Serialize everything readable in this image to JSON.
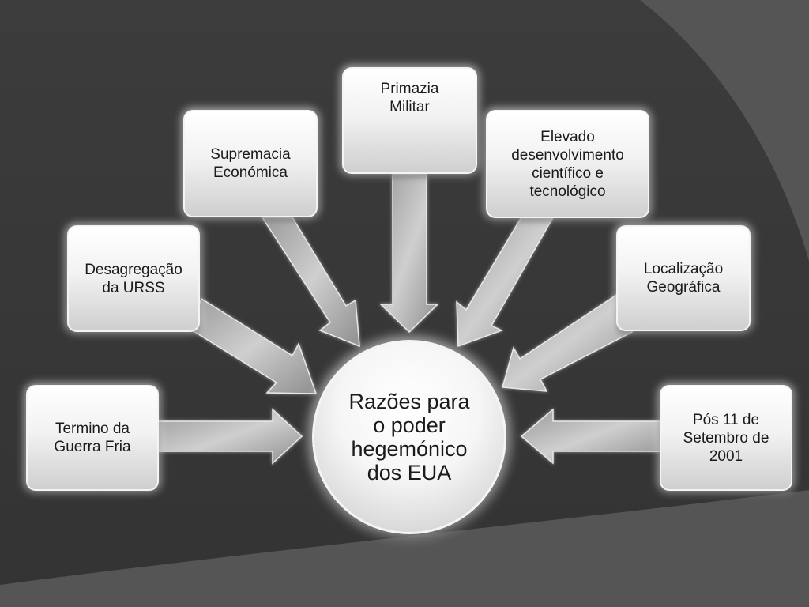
{
  "center": {
    "label": "Razões para\no poder\nhegemónico\ndos EUA"
  },
  "reasons": [
    {
      "id": "termino-guerra-fria",
      "label": "Termino da\nGuerra Fria"
    },
    {
      "id": "desagregacao-urss",
      "label": "Desagregação\nda URSS"
    },
    {
      "id": "supremacia-economica",
      "label": "Supremacia\nEconómica"
    },
    {
      "id": "primazia-militar",
      "label": "Primazia\nMilitar"
    },
    {
      "id": "elevado-desenvolvimento",
      "label": "Elevado\ndesenvolvimento\ncientífico e\ntecnológico"
    },
    {
      "id": "localizacao-geografica",
      "label": "Localização\nGeográfica"
    },
    {
      "id": "pos-11-setembro",
      "label": "Pós 11 de\nSetembro de\n2001"
    }
  ],
  "colors": {
    "background": "#3a3a3a",
    "background_curve": "#545454",
    "box_fill": "#f2f2f2",
    "arrow_fill": "#b8b8b8"
  }
}
